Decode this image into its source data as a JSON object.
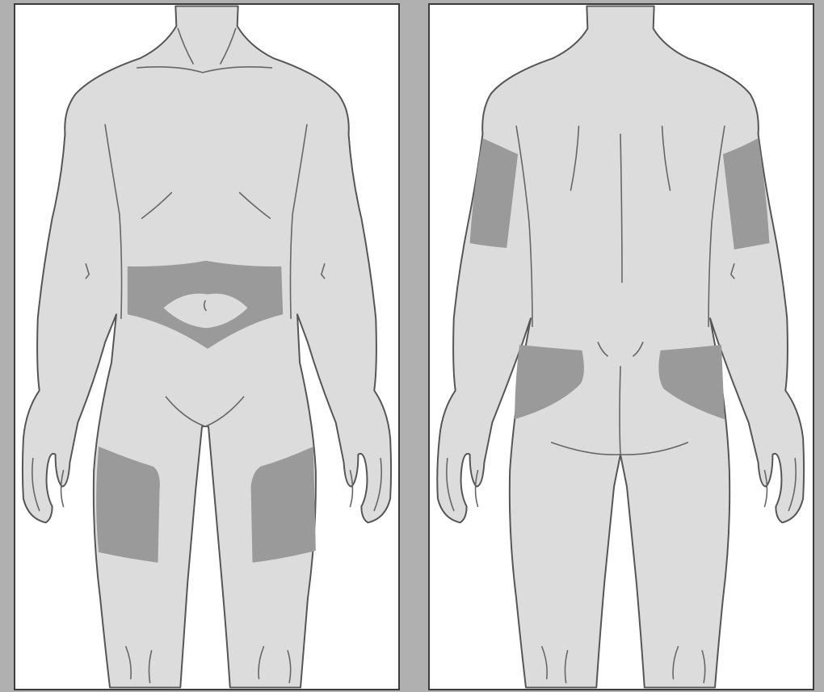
{
  "figure": {
    "panels": [
      {
        "view": "front",
        "zones": [
          "abdomen",
          "left-thigh",
          "right-thigh"
        ]
      },
      {
        "view": "back",
        "zones": [
          "left-upper-arm",
          "right-upper-arm",
          "left-buttock",
          "right-buttock"
        ]
      }
    ],
    "colors": {
      "background": "#b0b0b0",
      "panel": "#ffffff",
      "body": "#dcdcdc",
      "outline": "#555555",
      "zone": "#9a9a9a"
    }
  }
}
